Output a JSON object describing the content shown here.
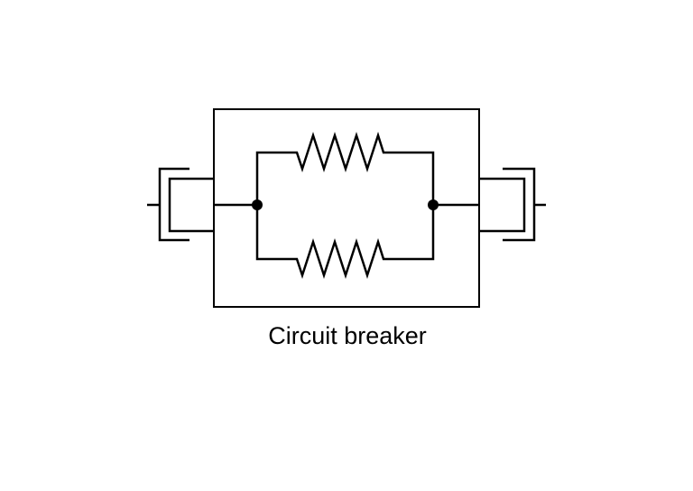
{
  "diagram": {
    "title": "Circuit breaker",
    "components": [
      {
        "type": "enclosure-box",
        "name": "breaker-housing"
      },
      {
        "type": "resistor",
        "name": "upper-resistor"
      },
      {
        "type": "resistor",
        "name": "lower-resistor"
      },
      {
        "type": "junction-node",
        "name": "left-node"
      },
      {
        "type": "junction-node",
        "name": "right-node"
      },
      {
        "type": "contact",
        "name": "left-contact"
      },
      {
        "type": "contact",
        "name": "right-contact"
      }
    ],
    "colors": {
      "stroke": "#000000",
      "background": "#ffffff"
    }
  }
}
